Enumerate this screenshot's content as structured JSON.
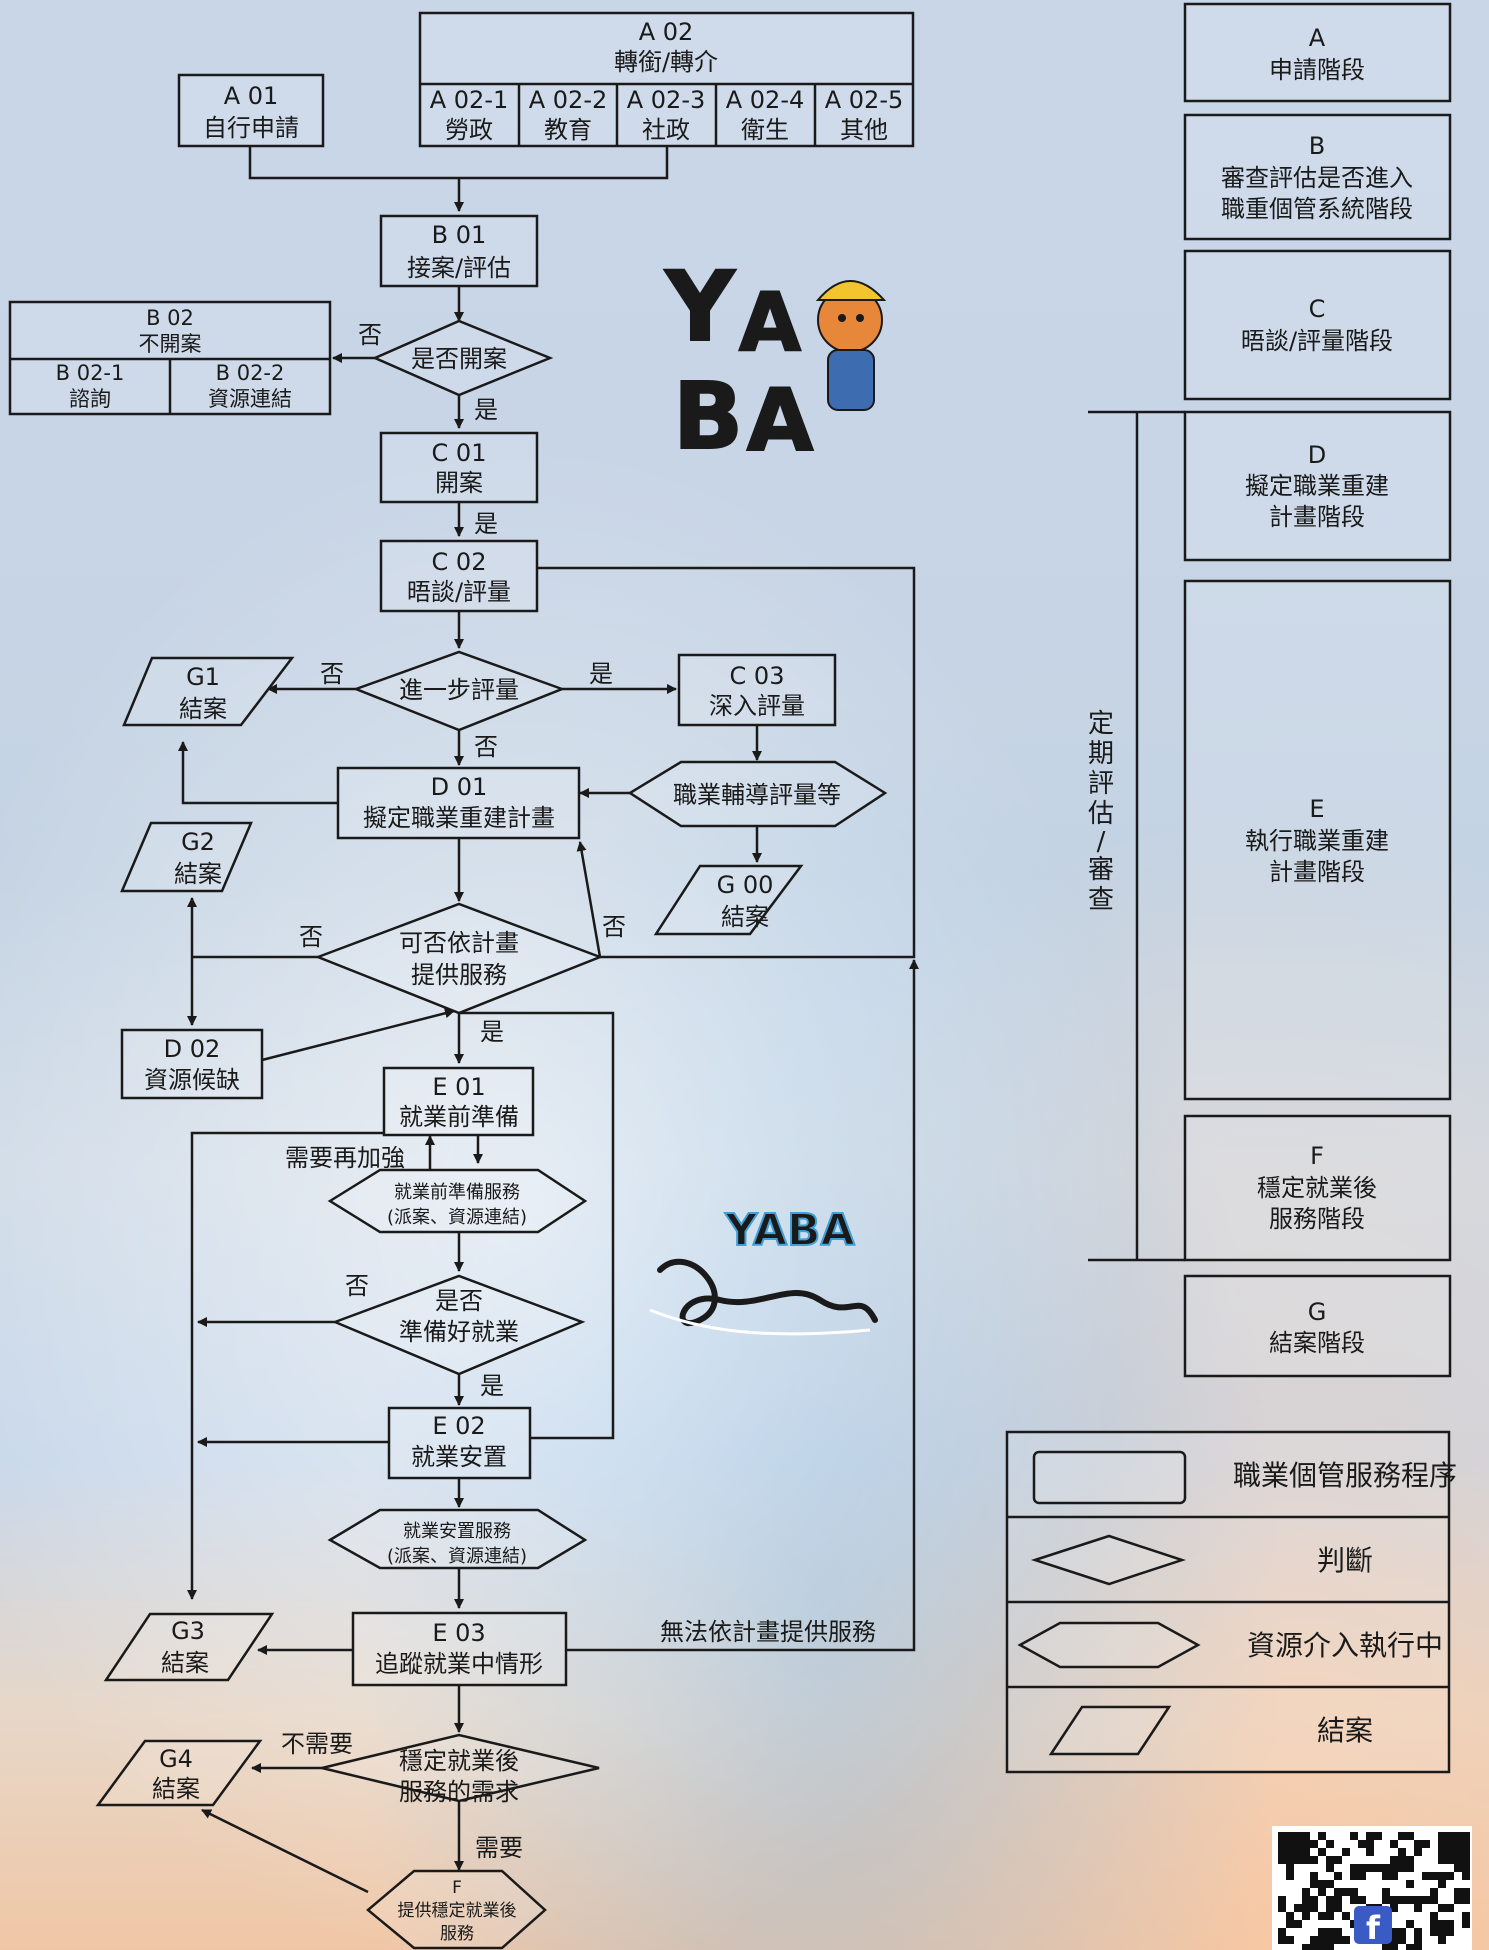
{
  "nodes": {
    "a01": {
      "code": "A 01",
      "label": "自行申請"
    },
    "a02": {
      "code": "A 02",
      "label": "轉銜/轉介"
    },
    "a02_1": {
      "code": "A 02-1",
      "label": "勞政"
    },
    "a02_2": {
      "code": "A 02-2",
      "label": "教育"
    },
    "a02_3": {
      "code": "A 02-3",
      "label": "社政"
    },
    "a02_4": {
      "code": "A 02-4",
      "label": "衛生"
    },
    "a02_5": {
      "code": "A 02-5",
      "label": "其他"
    },
    "b01": {
      "code": "B 01",
      "label": "接案/評估"
    },
    "b02": {
      "code": "B 02",
      "label": "不開案"
    },
    "b02_1": {
      "code": "B 02-1",
      "label": "諮詢"
    },
    "b02_2": {
      "code": "B 02-2",
      "label": "資源連結"
    },
    "q_open": "是否開案",
    "c01": {
      "code": "C 01",
      "label": "開案"
    },
    "c02": {
      "code": "C 02",
      "label": "晤談/評量"
    },
    "q_further": "進一步評量",
    "c03": {
      "code": "C 03",
      "label": "深入評量"
    },
    "h_vocational": "職業輔導評量等",
    "g00": {
      "code": "G 00",
      "label": "結案"
    },
    "g1": {
      "code": "G1",
      "label": "結案"
    },
    "g2": {
      "code": "G2",
      "label": "結案"
    },
    "d01": {
      "code": "D 01",
      "label": "擬定職業重建計畫"
    },
    "q_plan": [
      "可否依計畫",
      "提供服務"
    ],
    "d02": {
      "code": "D 02",
      "label": "資源候缺"
    },
    "e01": {
      "code": "E 01",
      "label": "就業前準備"
    },
    "h_prep": [
      "就業前準備服務",
      "(派案、資源連結)"
    ],
    "q_ready": [
      "是否",
      "準備好就業"
    ],
    "e02": {
      "code": "E 02",
      "label": "就業安置"
    },
    "h_place": [
      "就業安置服務",
      "(派案、資源連結)"
    ],
    "e03": {
      "code": "E 03",
      "label": "追蹤就業中情形"
    },
    "g3": {
      "code": "G3",
      "label": "結案"
    },
    "q_stable": [
      "穩定就業後",
      "服務的需求"
    ],
    "g4": {
      "code": "G4",
      "label": "結案"
    },
    "h_f": [
      "F",
      "提供穩定就業後",
      "服務"
    ]
  },
  "edge_labels": {
    "no": "否",
    "yes": "是",
    "need_more": "需要再加強",
    "cannot_follow": "無法依計畫提供服務",
    "not_needed": "不需要",
    "needed": "需要"
  },
  "stages": [
    {
      "letter": "A",
      "lines": [
        "申請階段"
      ]
    },
    {
      "letter": "B",
      "lines": [
        "審查評估是否進入",
        "職重個管系統階段"
      ]
    },
    {
      "letter": "C",
      "lines": [
        "晤談/評量階段"
      ]
    },
    {
      "letter": "D",
      "lines": [
        "擬定職業重建",
        "計畫階段"
      ]
    },
    {
      "letter": "E",
      "lines": [
        "執行職業重建",
        "計畫階段"
      ]
    },
    {
      "letter": "F",
      "lines": [
        "穩定就業後",
        "服務階段"
      ]
    },
    {
      "letter": "G",
      "lines": [
        "結案階段"
      ]
    }
  ],
  "periodic_review": [
    "定",
    "期",
    "評",
    "估",
    "/",
    "審",
    "查"
  ],
  "legend": [
    {
      "shape": "rectangle",
      "label": "職業個管服務程序"
    },
    {
      "shape": "diamond",
      "label": "判斷"
    },
    {
      "shape": "hexagon",
      "label": "資源介入執行中"
    },
    {
      "shape": "parallelogram",
      "label": "結案"
    }
  ],
  "logo": {
    "top_text": "YABA",
    "bottom_text": "YABA"
  },
  "colors": {
    "line": "#1a1a1a",
    "box_fill": "rgba(255,255,255,0.12)",
    "fb_blue": "#3b5bc4"
  }
}
